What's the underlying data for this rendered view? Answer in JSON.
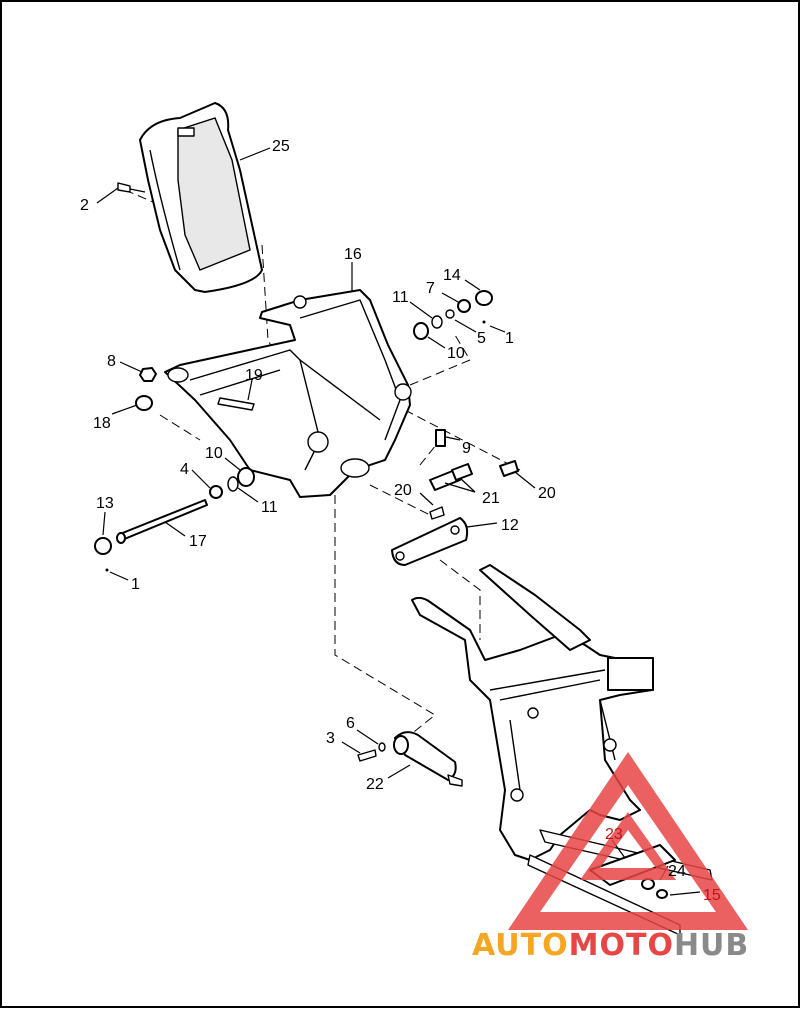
{
  "diagram": {
    "callouts": {
      "c25": "25",
      "c2": "2",
      "c16": "16",
      "c14": "14",
      "c7": "7",
      "c11a": "11",
      "c5": "5",
      "c1a": "1",
      "c10a": "10",
      "c8": "8",
      "c19": "19",
      "c18": "18",
      "c9": "9",
      "c10b": "10",
      "c4": "4",
      "c11b": "11",
      "c20a": "20",
      "c21": "21",
      "c20b": "20",
      "c13": "13",
      "c17": "17",
      "c12": "12",
      "c1b": "1",
      "c6": "6",
      "c3": "3",
      "c22": "22",
      "c23": "23",
      "c24": "24",
      "c15": "15"
    }
  },
  "watermark": {
    "part1": "AUTO",
    "part2": "MOTO",
    "part3": "HUB",
    "colors": {
      "orange": "#f5a623",
      "red": "#e84545",
      "gray": "#8a8a8a"
    }
  }
}
